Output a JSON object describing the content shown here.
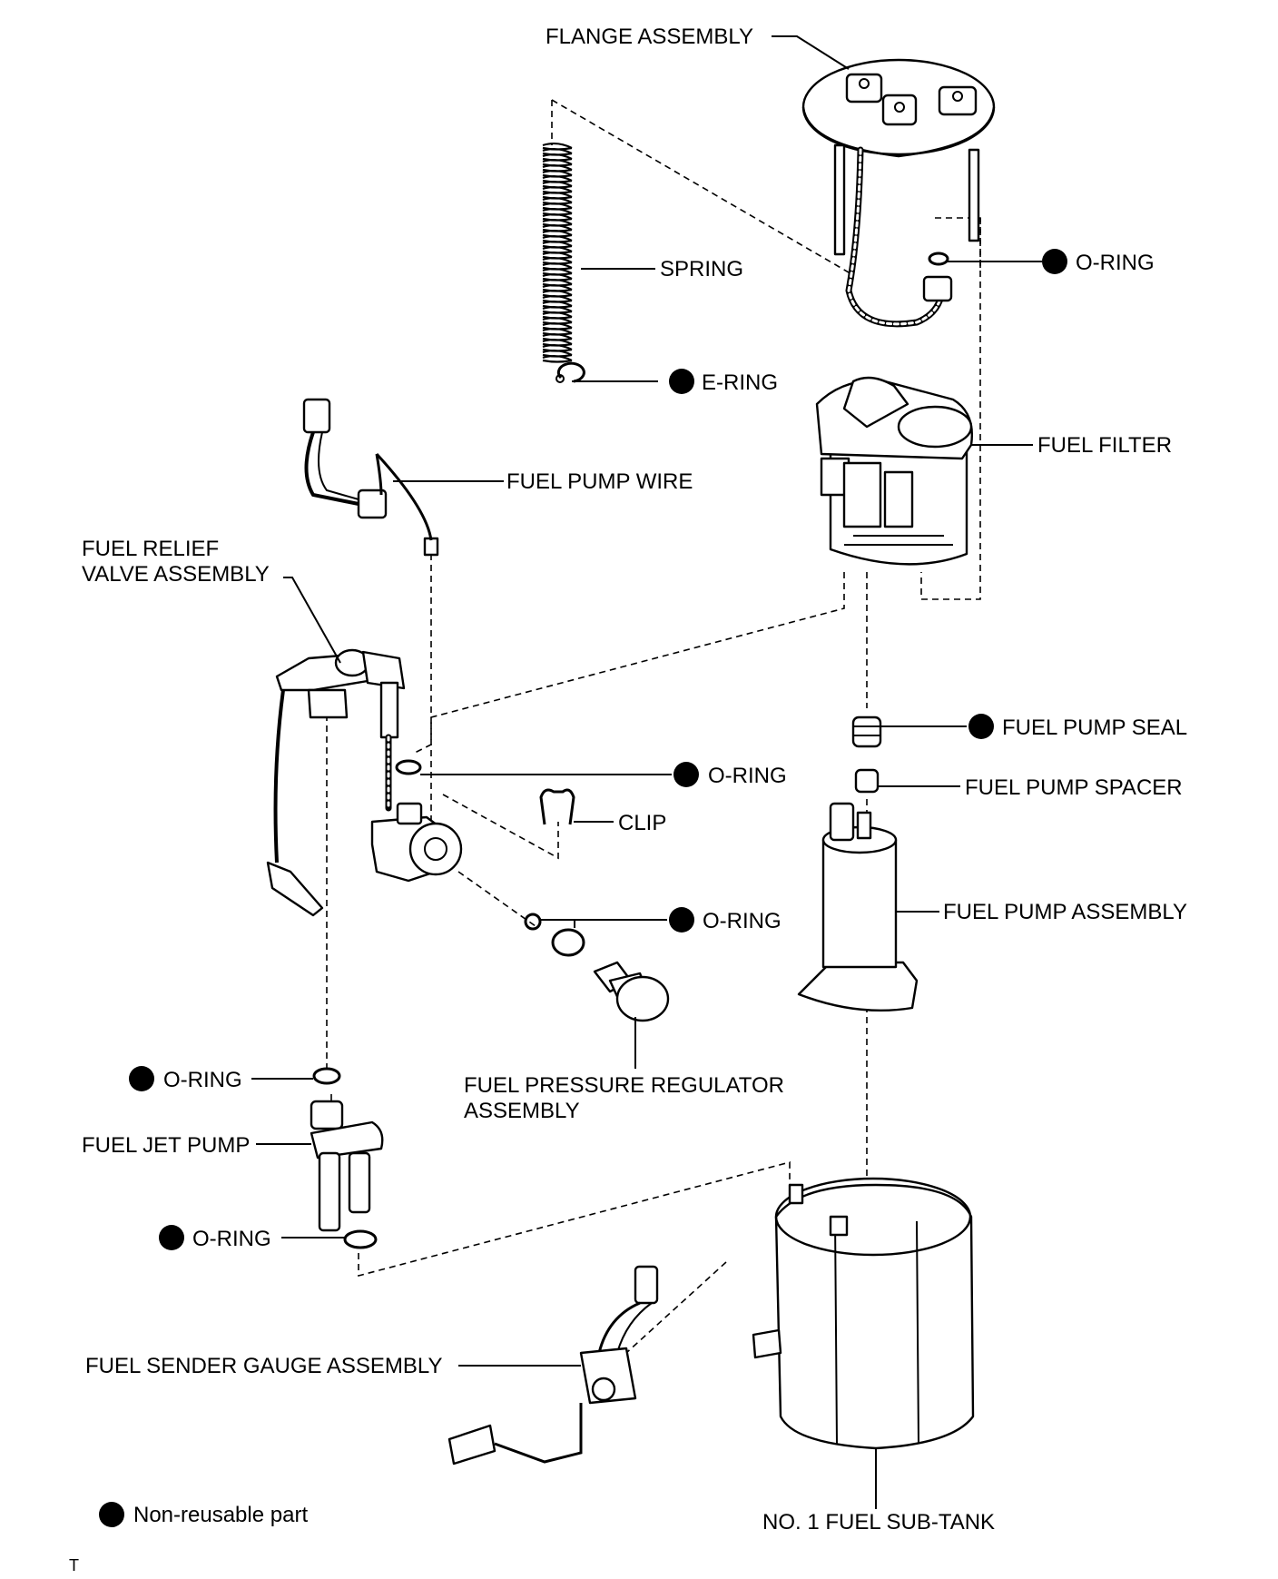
{
  "diagram": {
    "labels": {
      "flange_assembly": "FLANGE ASSEMBLY",
      "spring": "SPRING",
      "o_ring_flange": "O-RING",
      "e_ring": "E-RING",
      "fuel_filter": "FUEL FILTER",
      "fuel_pump_wire": "FUEL PUMP WIRE",
      "fuel_relief_valve_line1": "FUEL RELIEF",
      "fuel_relief_valve_line2": "VALVE ASSEMBLY",
      "fuel_pump_seal": "FUEL PUMP SEAL",
      "o_ring_relief": "O-RING",
      "fuel_pump_spacer": "FUEL PUMP SPACER",
      "clip": "CLIP",
      "fuel_pump_assembly": "FUEL PUMP ASSEMBLY",
      "o_ring_regulator": "O-RING",
      "o_ring_jet_top": "O-RING",
      "fuel_pressure_regulator_line1": "FUEL PRESSURE REGULATOR",
      "fuel_pressure_regulator_line2": "ASSEMBLY",
      "fuel_jet_pump": "FUEL JET PUMP",
      "o_ring_jet_bottom": "O-RING",
      "fuel_sender_gauge": "FUEL SENDER GAUGE ASSEMBLY",
      "sub_tank": "NO. 1 FUEL SUB-TANK"
    },
    "legend": {
      "non_reusable": "Non-reusable part"
    },
    "footer_mark": "T"
  }
}
